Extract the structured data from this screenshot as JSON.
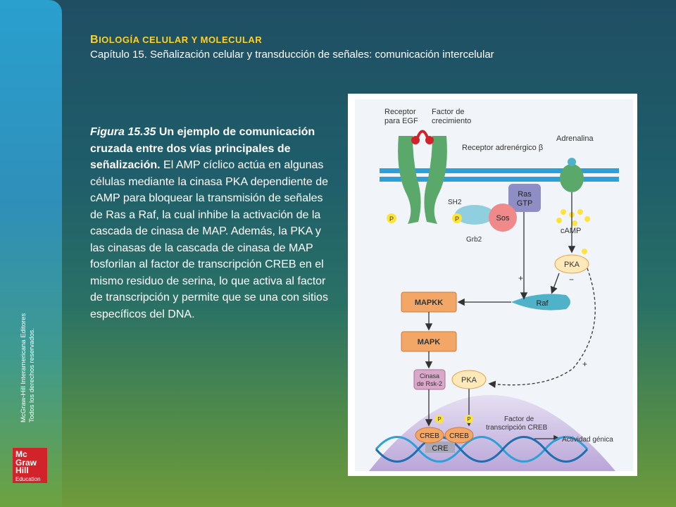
{
  "slide": {
    "title_first": "B",
    "title_rest": "IOLOGÍA CELULAR Y MOLECULAR",
    "subtitle": "Capítulo 15. Señalización celular y transducción de señales: comunicación intercelular",
    "copyright_line1": "McGraw-Hill Interamericana Editores",
    "copyright_line2": "Todos los derechos reservados.",
    "logo": [
      "Mc",
      "Graw",
      "Hill",
      "Education"
    ]
  },
  "caption": {
    "figure_label": "Figura 15.35",
    "lead": " Un ejemplo de comunicación cruzada entre dos vías principales de señalización.",
    "body": " El AMP cíclico actúa en algunas células mediante la cinasa PKA dependiente de cAMP para bloquear la transmisión de señales de Ras a Raf, la cual inhibe la activación de la cascada de cinasa de MAP. Además, la PKA y las cinasas de la cascada de cinasa de MAP fosforilan al factor de transcripción CREB en el mismo residuo de serina, lo que activa al factor de transcripción y permite que se una con sitios específicos del DNA."
  },
  "diagram": {
    "receptor_egf": [
      "Receptor",
      "para EGF"
    ],
    "growth_factor": [
      "Factor de",
      "crecimiento"
    ],
    "adrenalina": "Adrenalina",
    "receptor_adrenergico": "Receptor adrenérgico β",
    "sh2": "SH2",
    "grb2": "Grb2",
    "sos": "Sos",
    "ras_gtp": [
      "Ras",
      "GTP"
    ],
    "camp": "cAMP",
    "pka": "PKA",
    "raf": "Raf",
    "mapkk": "MAPKK",
    "mapk": "MAPK",
    "rsk2": [
      "Cinasa",
      "de Rsk-2"
    ],
    "pka_nuclear": "PKA",
    "creb": "CREB",
    "cre": "CRE",
    "factor_creb": [
      "Factor de",
      "transcripción CREB"
    ],
    "actividad": "Actividad génica",
    "p_label": "P",
    "plus": "+",
    "minus": "−"
  },
  "colors": {
    "title": "#ffd21f",
    "membrane": "#2f9fd8",
    "receptor_green": "#5aa86a",
    "orange_box": "#f2a766",
    "raf_blue": "#4fb2c8",
    "nucleus": "#c9b8e0"
  }
}
